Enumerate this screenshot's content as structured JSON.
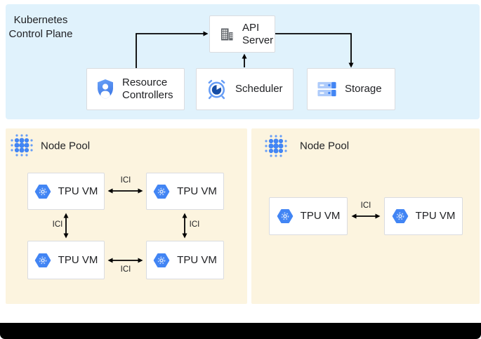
{
  "diagram": {
    "control_plane": {
      "title_line1": "Kubernetes",
      "title_line2": "Control Plane",
      "api_server": {
        "line1": "API",
        "line2": "Server",
        "icon": "building-icon"
      },
      "resource_controllers": {
        "line1": "Resource",
        "line2": "Controllers",
        "icon": "shield-user-icon"
      },
      "scheduler": {
        "label": "Scheduler",
        "icon": "alarm-clock-icon"
      },
      "storage": {
        "label": "Storage",
        "icon": "storage-disks-icon"
      }
    },
    "node_pools": [
      {
        "label": "Node Pool",
        "icon": "dots-cluster-icon",
        "vms": [
          "TPU VM",
          "TPU VM",
          "TPU VM",
          "TPU VM"
        ],
        "links": [
          "ICI",
          "ICI",
          "ICI",
          "ICI"
        ]
      },
      {
        "label": "Node Pool",
        "icon": "dots-cluster-icon",
        "vms": [
          "TPU VM",
          "TPU VM"
        ],
        "links": [
          "ICI"
        ]
      }
    ],
    "colors": {
      "control_plane_bg": "#E0F2FC",
      "node_pool_bg": "#FCF4DF",
      "box_border": "#DADCE0",
      "accent_blue": "#4285F4",
      "light_blue": "#AECBFA",
      "mid_blue": "#669DF6",
      "dark_navy": "#174EA6",
      "icon_gray": "#5F6368",
      "arrow": "#000000",
      "text": "#202124",
      "bottom_bar": "#000000"
    }
  }
}
